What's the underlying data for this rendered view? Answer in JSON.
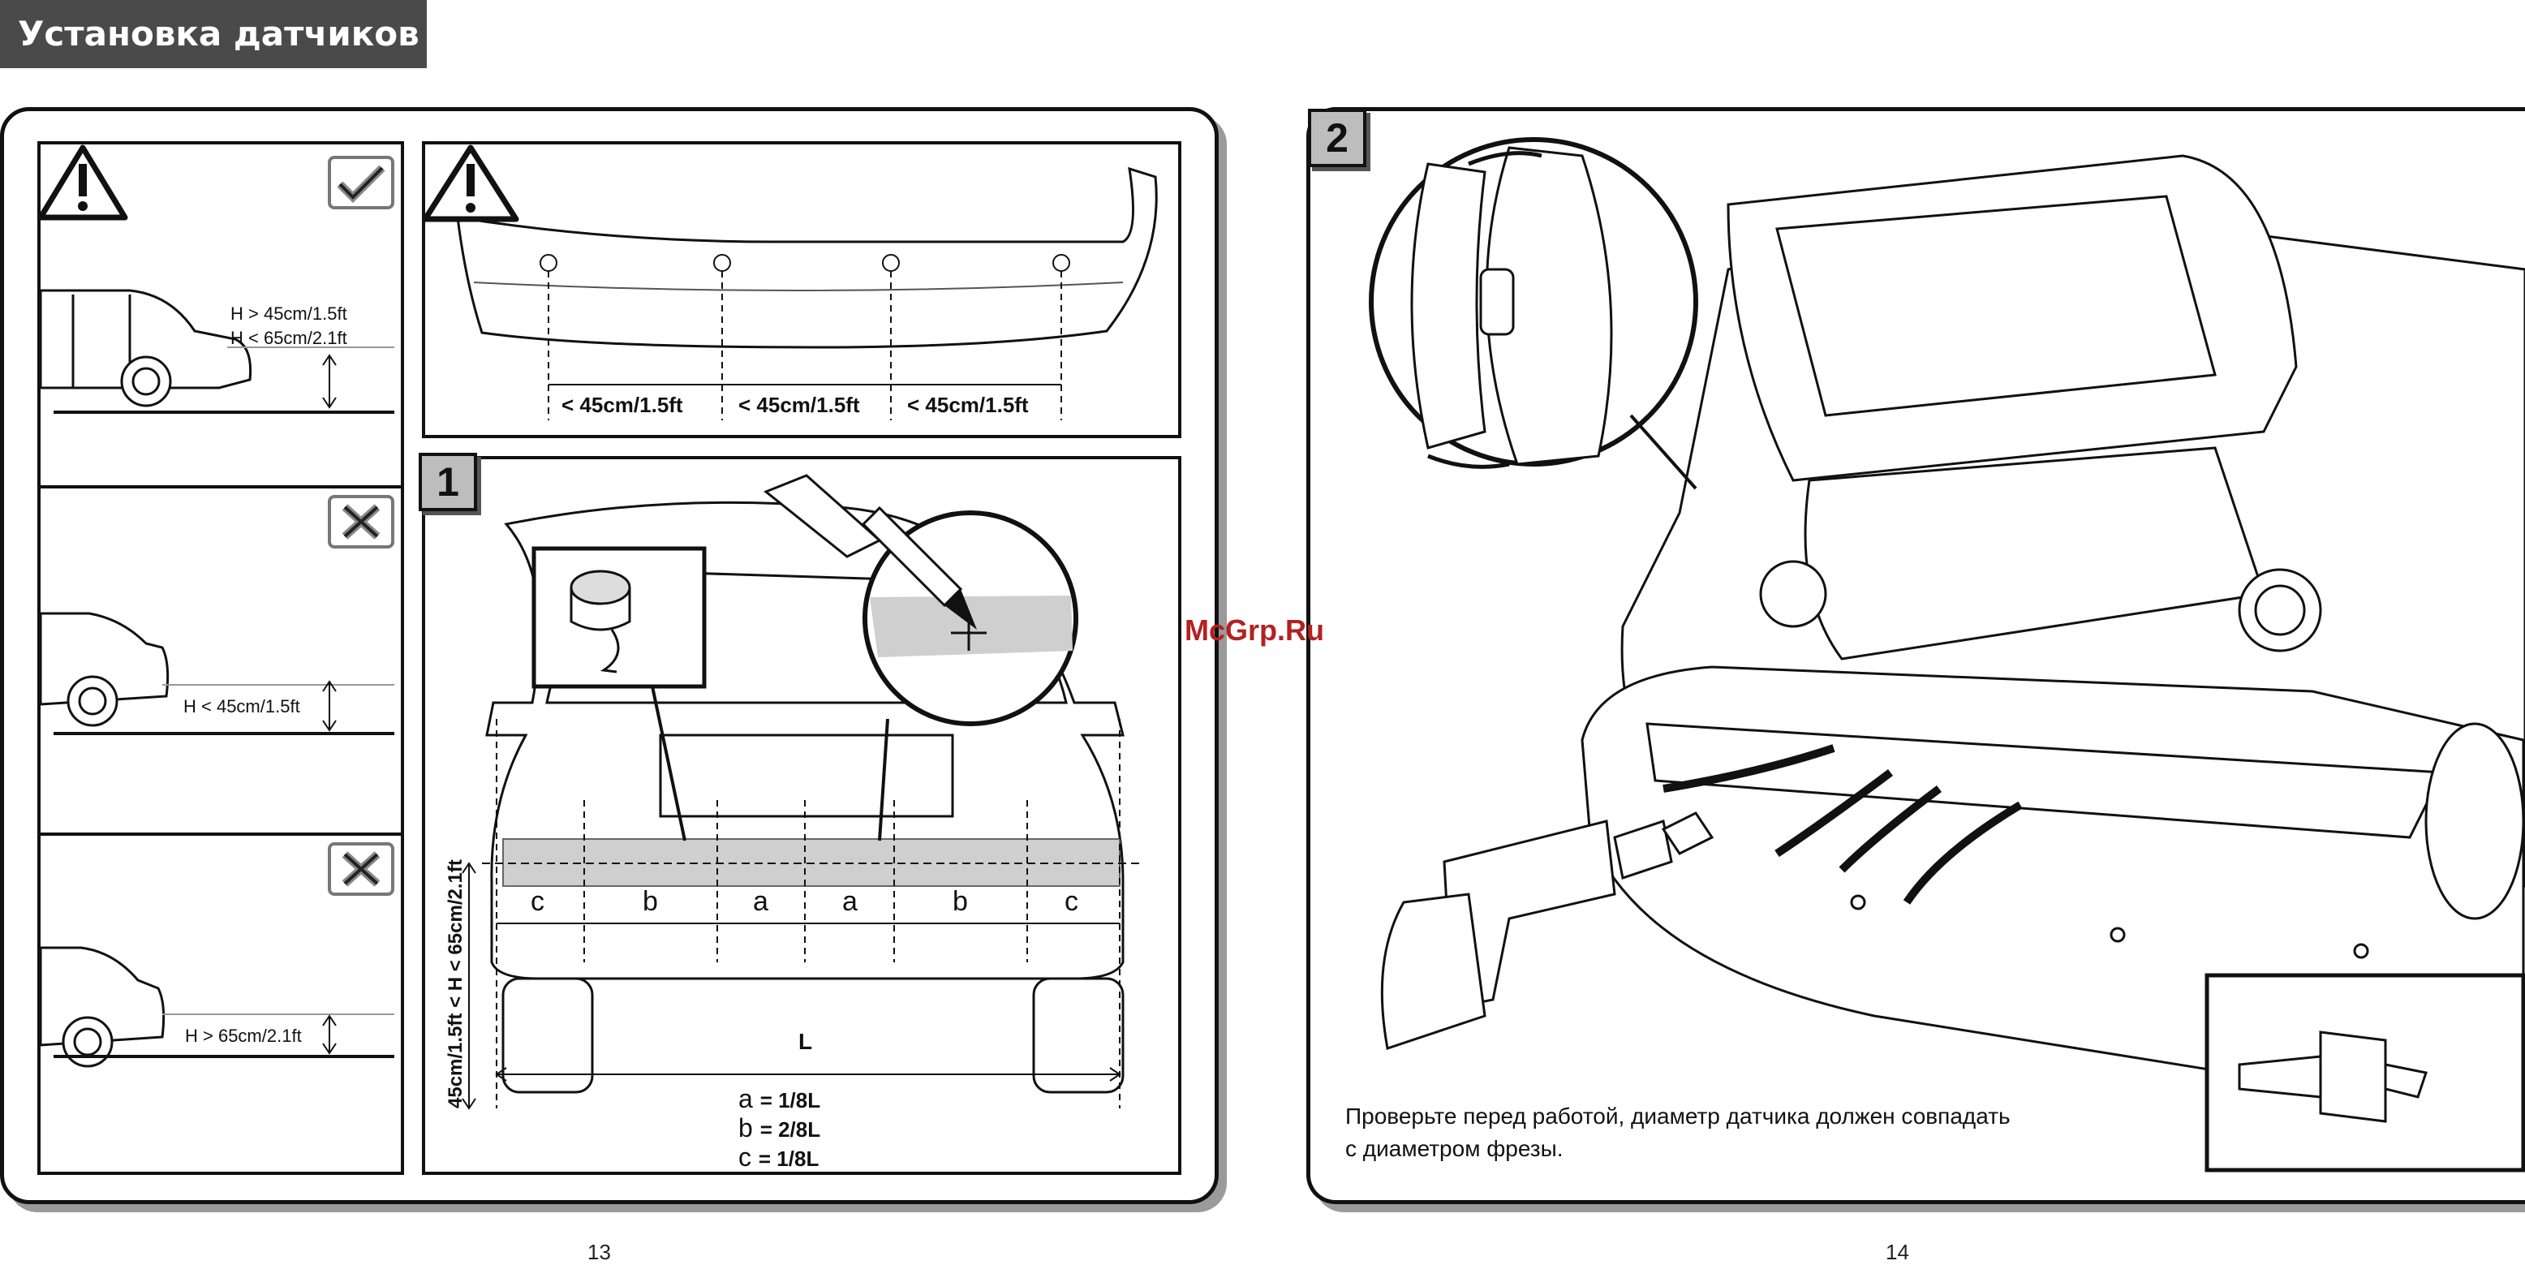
{
  "header": {
    "title": "Установка датчиков"
  },
  "left_page": {
    "height_panel": {
      "ok_label_1": "H > 45cm/1.5ft",
      "ok_label_2": "H < 65cm/2.1ft",
      "low_label": "H < 45cm/1.5ft",
      "high_label": "H > 65cm/2.1ft"
    },
    "spacing_panel": {
      "spacing_labels": [
        "< 45cm/1.5ft",
        "< 45cm/1.5ft",
        "< 45cm/1.5ft"
      ]
    },
    "step1": {
      "number": "1",
      "segments": [
        "c",
        "b",
        "a",
        "a",
        "b",
        "c"
      ],
      "length_label": "L",
      "height_range": "45cm/1.5ft < H < 65cm/2.1ft",
      "formulas": [
        {
          "letter": "a",
          "value": "= 1/8L"
        },
        {
          "letter": "b",
          "value": "= 2/8L"
        },
        {
          "letter": "c",
          "value": "= 1/8L"
        }
      ]
    },
    "page_number": "13"
  },
  "right_page": {
    "step2": {
      "number": "2",
      "caption_line1": "Проверьте перед работой, диаметр датчика должен совпадать",
      "caption_line2": "с диаметром фрезы."
    },
    "watermark": "McGrp.Ru",
    "page_number": "14"
  },
  "icons": {
    "warning": "warning-triangle-icon",
    "ok": "check-mark-icon",
    "wrong": "cross-mark-icon"
  }
}
